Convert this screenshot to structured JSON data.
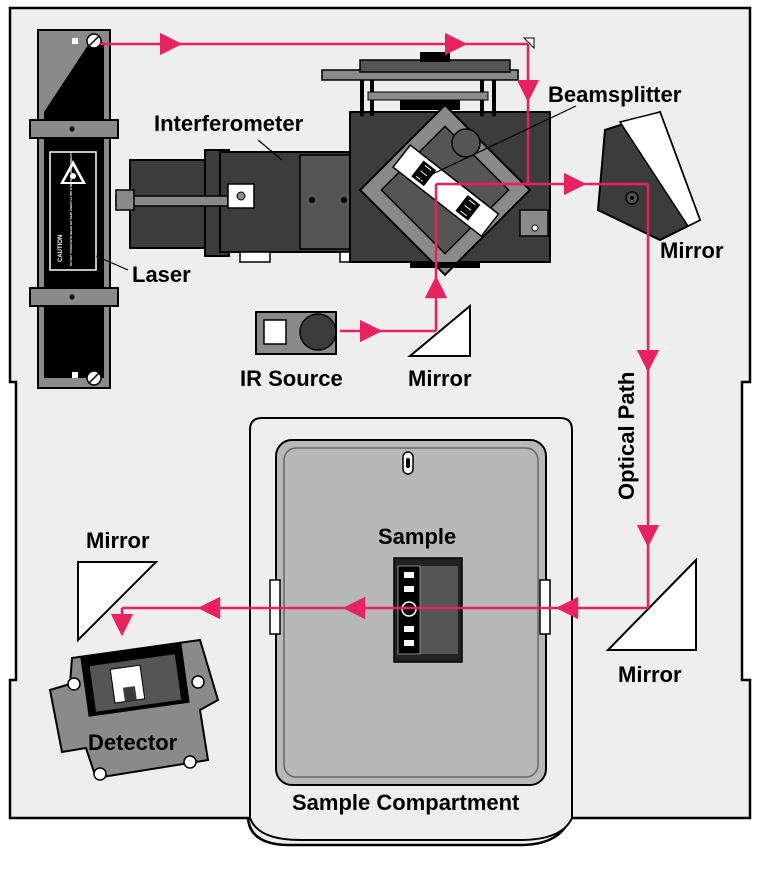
{
  "labels": {
    "interferometer": "Interferometer",
    "beamsplitter": "Beamsplitter",
    "laser": "Laser",
    "mirror_top_right": "Mirror",
    "ir_source": "IR Source",
    "mirror_ir": "Mirror",
    "optical_path": "Optical Path",
    "sample": "Sample",
    "mirror_left": "Mirror",
    "detector": "Detector",
    "mirror_bottom_right": "Mirror",
    "sample_compartment": "Sample Compartment"
  },
  "caution_label": {
    "title": "CAUTION",
    "text": "DO NOT STARE INTO BEAM OR VIEW DIRECTLY WITH OPTICAL INSTRUMENTS"
  },
  "colors": {
    "beam": "#e8215f",
    "panel_bg": "#eeeeee",
    "dark_gray": "#3c3c3c",
    "mid_gray": "#8a8a8a",
    "light_gray": "#c8c8c8"
  }
}
